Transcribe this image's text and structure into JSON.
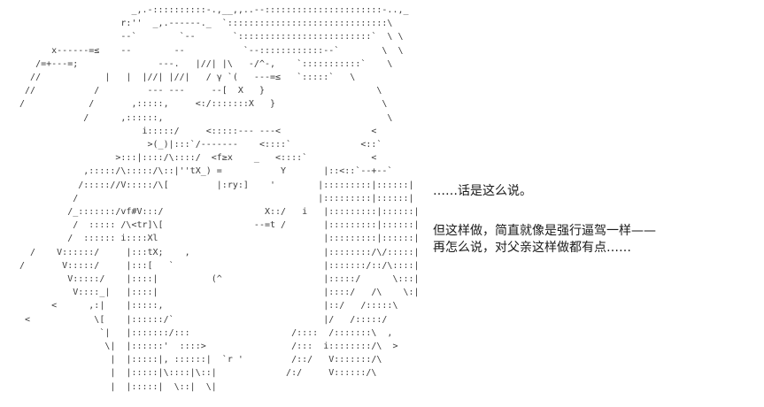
{
  "scene": {
    "background": "#ffffff",
    "art_color": "#3b3b3b",
    "text_color": "#1a1a1a"
  },
  "ascii_art": {
    "lines": [
      "                      _,.-::::::::::-.,__,,..--::::::::::::::::::::::-..,_",
      "                    r:''  _,.------._  `::::::::::::::::::::::::::::::\\",
      "                    --`        `--       `:::::::::::::::::::::::::`  \\ \\",
      "       x------=≤    --        --           `--::::::::::::--`        \\  \\",
      "    /=+---=;               ---.   |//| |\\   -/^-,    `:::::::::::`    \\",
      "   //            |   |  |//| |//|   / γ `(   ---=≤   `:::::`   \\",
      "  //           /         --- ---     --[  X   }                     \\",
      " /            /       ,:::::,     <:/:::::::X   }                    \\",
      "             /      ,::::::,                                          \\",
      "                        i:::::/     <:::::--- ---<                 <",
      "                         >(_)|:::`/-------    <::::`             <::`",
      "                   >:::|::::/\\::::/  <f≥x    _   <::::`            <",
      "             ,:::::/\\:::::/\\::|''tX_) =           Y       |::<::`--+--`",
      "            /::::://V:::::/\\[         |:ry:]    '        |:::::::::|::::::|",
      "           /                                             |:::::::::|::::::|",
      "          /_:::::::/vf#V:::/                   X::/   i   |:::::::::|::::::|",
      "           /  ::::: /\\<tr]\\[                 --=t /       |:::::::::|::::::|",
      "          /  :::::: i::::Xl                               |:::::::::|::::::|",
      "   /    V::::::/     |:::tX;    ,                         |::::::::/\\/:::::|",
      " /       V:::::/     |:::[   `                            |:::::::/::/\\::::|",
      "          V:::::/    |::::|          (^                   |:::::/      \\:::|",
      "           V::::_|   |::::|                               |::::/   /\\    \\:|",
      "       <      ,:|    |:::::,                              |::/   /:::::\\",
      "  <            \\[    |::::::/`                            |/   /:::::/",
      "                `|   |:::::::/:::                   /::::  /:::::::\\  ,",
      "                 \\|  |::::::'  ::::>                /:::  i::::::::/\\  >",
      "                  |  |:::::|, ::::::|  `r '         /::/   V:::::::/\\",
      "                  |  |:::::|\\::::|\\::|             /:/     V::::::/\\",
      "                  |  |:::::|  \\::|  \\|"
    ]
  },
  "dialogue": {
    "lines": [
      "……话是这么说。",
      "但这样做，简直就像是强行逼驾一样——",
      "再怎么说，对父亲这样做都有点……"
    ]
  }
}
